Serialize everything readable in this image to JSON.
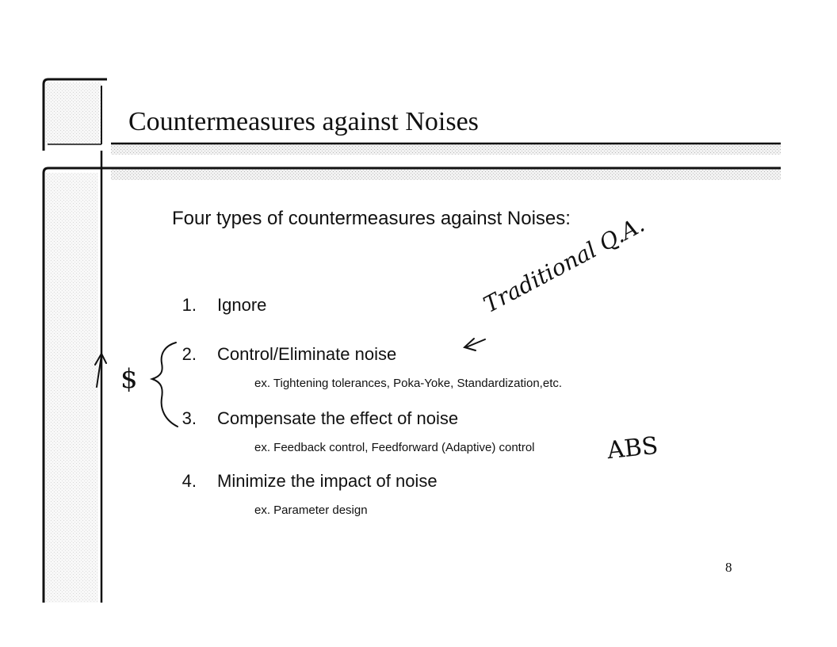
{
  "slide": {
    "title": "Countermeasures against Noises",
    "subtitle": "Four types of countermeasures  against Noises:",
    "items": [
      {
        "number": "1.",
        "label": "Ignore"
      },
      {
        "number": "2.",
        "label": "Control/Eliminate noise",
        "example": "ex. Tightening tolerances, Poka-Yoke, Standardization,etc."
      },
      {
        "number": "3.",
        "label": "Compensate the effect of noise",
        "example": "ex. Feedback control, Feedforward (Adaptive) control"
      },
      {
        "number": "4.",
        "label": "Minimize the impact of noise",
        "example": "ex. Parameter design"
      }
    ],
    "page_number": "8"
  },
  "annotations": {
    "traditional_qa": "Traditional Q.A.",
    "abs": "ABS",
    "dollar": "$"
  },
  "colors": {
    "frame": "#111111",
    "band": "#bdbdbd"
  }
}
